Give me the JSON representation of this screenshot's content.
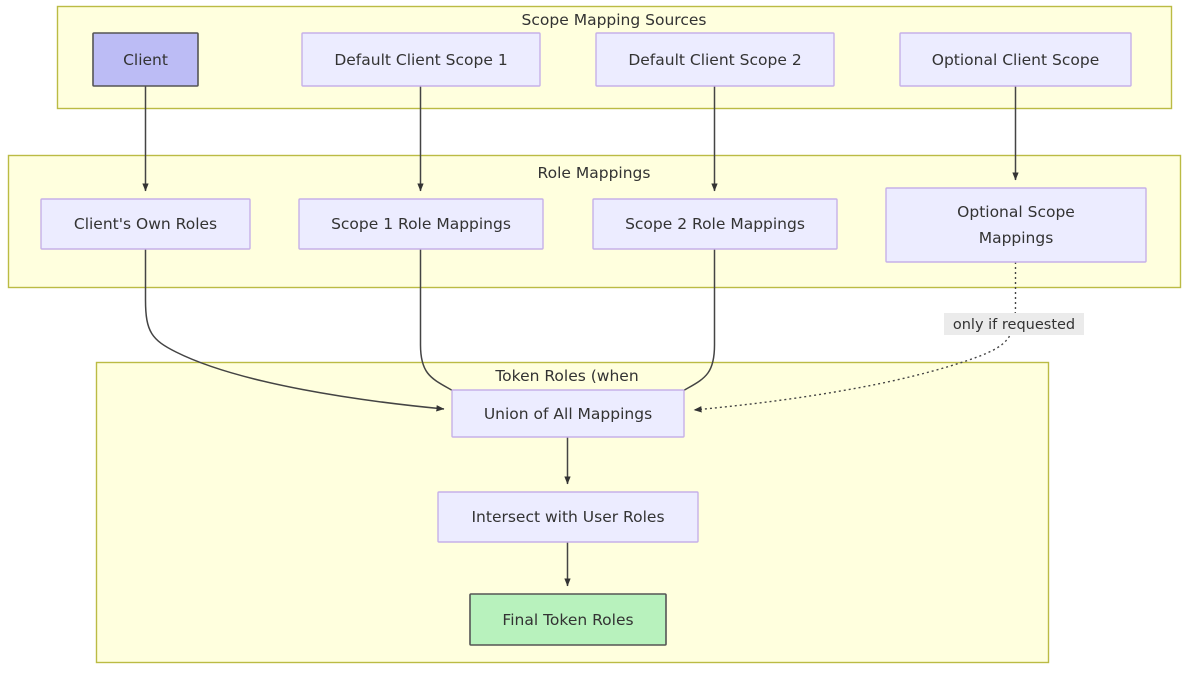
{
  "diagram": {
    "type": "flowchart",
    "direction": "top-down",
    "title_visible": false,
    "colors": {
      "cluster_fill": "#ffffde",
      "cluster_stroke": "#bbbb44",
      "node_fill": "#ececff",
      "node_stroke": "#c6b0e8",
      "accent_fill": "#bcbcf5",
      "accent_stroke": "#555555",
      "success_fill": "#b8f2bd",
      "success_stroke": "#555555",
      "edge_stroke": "#444444",
      "edge_label_bg": "#ebebeb",
      "text": "#333333",
      "background": "#ffffff"
    },
    "clusters": [
      {
        "id": "sources",
        "label": "Scope Mapping Sources"
      },
      {
        "id": "rolemaps",
        "label": "Role Mappings"
      },
      {
        "id": "tokenroles",
        "label": "Token Roles (when"
      }
    ],
    "nodes": [
      {
        "id": "client",
        "label": "Client",
        "style": "accent",
        "cluster": "sources"
      },
      {
        "id": "dcs1",
        "label": "Default Client Scope 1",
        "style": "default",
        "cluster": "sources"
      },
      {
        "id": "dcs2",
        "label": "Default Client Scope 2",
        "style": "default",
        "cluster": "sources"
      },
      {
        "id": "ocs",
        "label": "Optional Client Scope",
        "style": "default",
        "cluster": "sources"
      },
      {
        "id": "ownroles",
        "label": "Client's Own Roles",
        "style": "default",
        "cluster": "rolemaps"
      },
      {
        "id": "scope1map",
        "label": "Scope 1 Role Mappings",
        "style": "default",
        "cluster": "rolemaps"
      },
      {
        "id": "scope2map",
        "label": "Scope 2 Role Mappings",
        "style": "default",
        "cluster": "rolemaps"
      },
      {
        "id": "optmap_line1",
        "label": "Optional Scope",
        "style": "default",
        "cluster": "rolemaps"
      },
      {
        "id": "optmap_line2",
        "label": "Mappings",
        "style": "default",
        "cluster": "rolemaps"
      },
      {
        "id": "union",
        "label": "Union of All Mappings",
        "style": "default",
        "cluster": "tokenroles"
      },
      {
        "id": "intersect",
        "label": "Intersect with User Roles",
        "style": "default",
        "cluster": "tokenroles"
      },
      {
        "id": "final",
        "label": "Final Token Roles",
        "style": "success",
        "cluster": "tokenroles"
      }
    ],
    "edges": [
      {
        "from": "client",
        "to": "ownroles",
        "style": "solid",
        "label": ""
      },
      {
        "from": "dcs1",
        "to": "scope1map",
        "style": "solid",
        "label": ""
      },
      {
        "from": "dcs2",
        "to": "scope2map",
        "style": "solid",
        "label": ""
      },
      {
        "from": "ocs",
        "to": "optmap",
        "style": "solid",
        "label": ""
      },
      {
        "from": "ownroles",
        "to": "union",
        "style": "solid",
        "label": ""
      },
      {
        "from": "scope1map",
        "to": "union",
        "style": "solid",
        "label": ""
      },
      {
        "from": "scope2map",
        "to": "union",
        "style": "solid",
        "label": ""
      },
      {
        "from": "optmap",
        "to": "union",
        "style": "dotted",
        "label": "only if requested"
      },
      {
        "from": "union",
        "to": "intersect",
        "style": "solid",
        "label": ""
      },
      {
        "from": "intersect",
        "to": "final",
        "style": "solid",
        "label": ""
      }
    ],
    "edge_labels": [
      {
        "id": "only-if-requested",
        "text": "only if requested"
      }
    ]
  }
}
